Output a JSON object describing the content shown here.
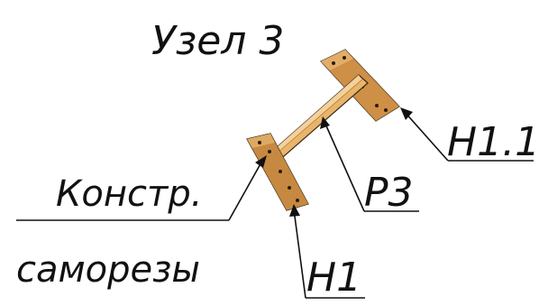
{
  "title": "Узел 3",
  "labels": {
    "konstr_line1": "Констр.",
    "konstr_line2": "саморезы",
    "r3": "Р3",
    "h1": "Н1",
    "h1_1": "Н1.1"
  },
  "colors": {
    "wood_light": "#e9b56a",
    "wood_mid": "#cd8f45",
    "wood_dark": "#8a5520",
    "outline": "#3a2a18",
    "leader": "#111111"
  }
}
